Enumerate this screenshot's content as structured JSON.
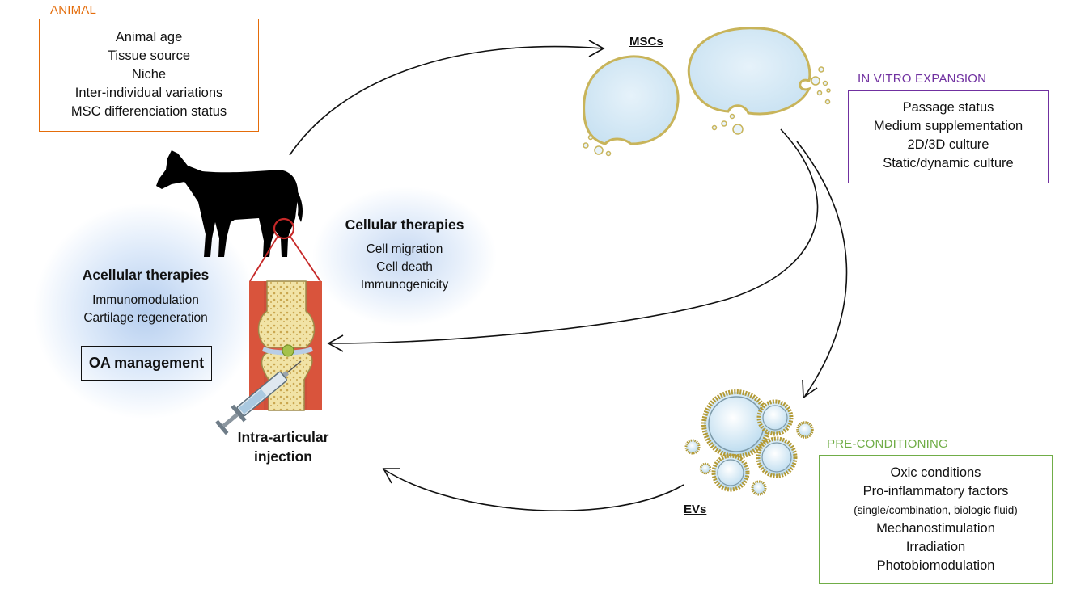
{
  "animal": {
    "title": "ANIMAL",
    "title_color": "#E46C0A",
    "items": [
      "Animal age",
      "Tissue source",
      "Niche",
      "Inter-individual variations",
      "MSC differenciation status"
    ]
  },
  "in_vitro": {
    "title": "IN VITRO EXPANSION",
    "title_color": "#7030A0",
    "items": [
      "Passage status",
      "Medium supplementation",
      "2D/3D culture",
      "Static/dynamic culture"
    ]
  },
  "preconditioning": {
    "title": "PRE-CONDITIONING",
    "title_color": "#70AD47",
    "items": [
      "Oxic conditions",
      "Pro-inflammatory factors",
      "(single/combination, biologic fluid)",
      "Mechanostimulation",
      "Irradiation",
      "Photobiomodulation"
    ]
  },
  "labels": {
    "mscs": "MSCs",
    "evs": "EVs",
    "injection_line1": "Intra-articular",
    "injection_line2": "injection"
  },
  "cellular": {
    "title": "Cellular therapies",
    "items": [
      "Cell migration",
      "Cell death",
      "Immunogenicity"
    ]
  },
  "acellular": {
    "title": "Acellular therapies",
    "items": [
      "Immunomodulation",
      "Cartilage regeneration"
    ],
    "box_label": "OA management"
  },
  "icons": [
    "horse-silhouette",
    "knee-joint-illustration",
    "syringe",
    "msc-cells",
    "extracellular-vesicles"
  ]
}
